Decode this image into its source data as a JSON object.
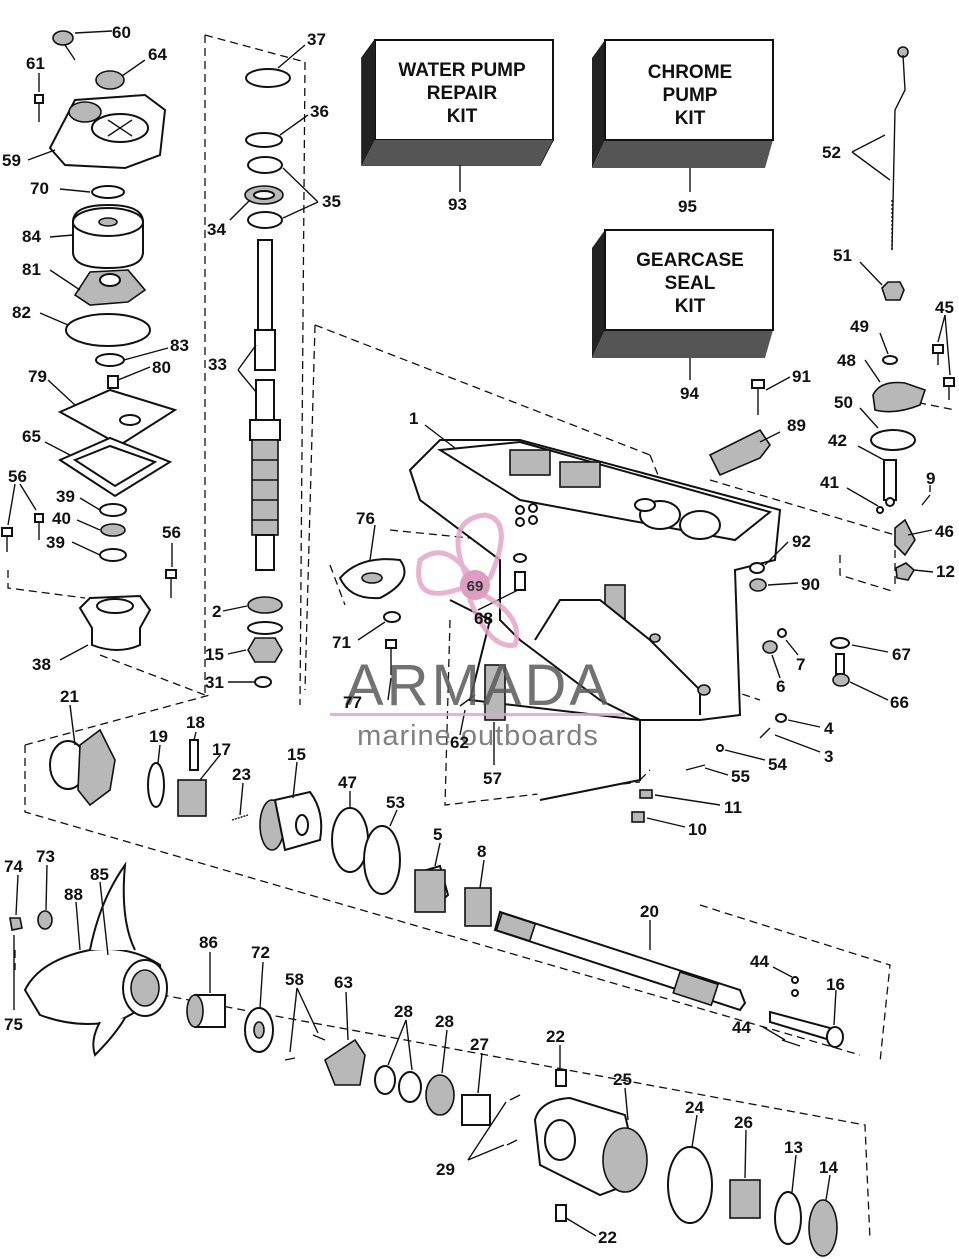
{
  "kits": [
    {
      "id": "kit-water-pump",
      "lines": [
        "WATER PUMP",
        "REPAIR",
        "KIT"
      ],
      "number": "93"
    },
    {
      "id": "kit-chrome-pump",
      "lines": [
        "CHROME",
        "PUMP",
        "KIT"
      ],
      "number": "95"
    },
    {
      "id": "kit-gearcase-seal",
      "lines": [
        "GEARCASE",
        "SEAL",
        "KIT"
      ],
      "number": "94"
    }
  ],
  "watermark": {
    "brand": "ARMADA",
    "tagline": "marine outboards",
    "badge": "69"
  },
  "labels": {
    "l60": "60",
    "l64": "64",
    "l61": "61",
    "l59": "59",
    "l70": "70",
    "l84": "84",
    "l81": "81",
    "l82": "82",
    "l83": "83",
    "l80": "80",
    "l79": "79",
    "l65": "65",
    "l56a": "56",
    "l39a": "39",
    "l40": "40",
    "l39b": "39",
    "l56b": "56",
    "l38": "38",
    "l37": "37",
    "l36": "36",
    "l35": "35",
    "l34": "34",
    "l33": "33",
    "l2": "2",
    "l15a": "15",
    "l31": "31",
    "l52": "52",
    "l51": "51",
    "l49": "49",
    "l45": "45",
    "l48": "48",
    "l91": "91",
    "l50": "50",
    "l89": "89",
    "l42": "42",
    "l1": "1",
    "l41": "41",
    "l9": "9",
    "l46": "46",
    "l76": "76",
    "l92": "92",
    "l12": "12",
    "l90": "90",
    "l68": "68",
    "l71": "71",
    "l7": "7",
    "l67": "67",
    "l77": "77",
    "l6": "6",
    "l66": "66",
    "l62": "62",
    "l4": "4",
    "l3": "3",
    "l54": "54",
    "l57": "57",
    "l55": "55",
    "l11": "11",
    "l10": "10",
    "l21": "21",
    "l19": "19",
    "l18": "18",
    "l17": "17",
    "l23": "23",
    "l15b": "15",
    "l47": "47",
    "l53": "53",
    "l5": "5",
    "l8": "8",
    "l20": "20",
    "l74": "74",
    "l73": "73",
    "l85": "85",
    "l88": "88",
    "l75": "75",
    "l86": "86",
    "l72": "72",
    "l58": "58",
    "l63": "63",
    "l28a": "28",
    "l28b": "28",
    "l27": "27",
    "l44a": "44",
    "l16": "16",
    "l44b": "44",
    "l22a": "22",
    "l25": "25",
    "l24": "24",
    "l26": "26",
    "l13": "13",
    "l14": "14",
    "l29": "29",
    "l22b": "22"
  }
}
